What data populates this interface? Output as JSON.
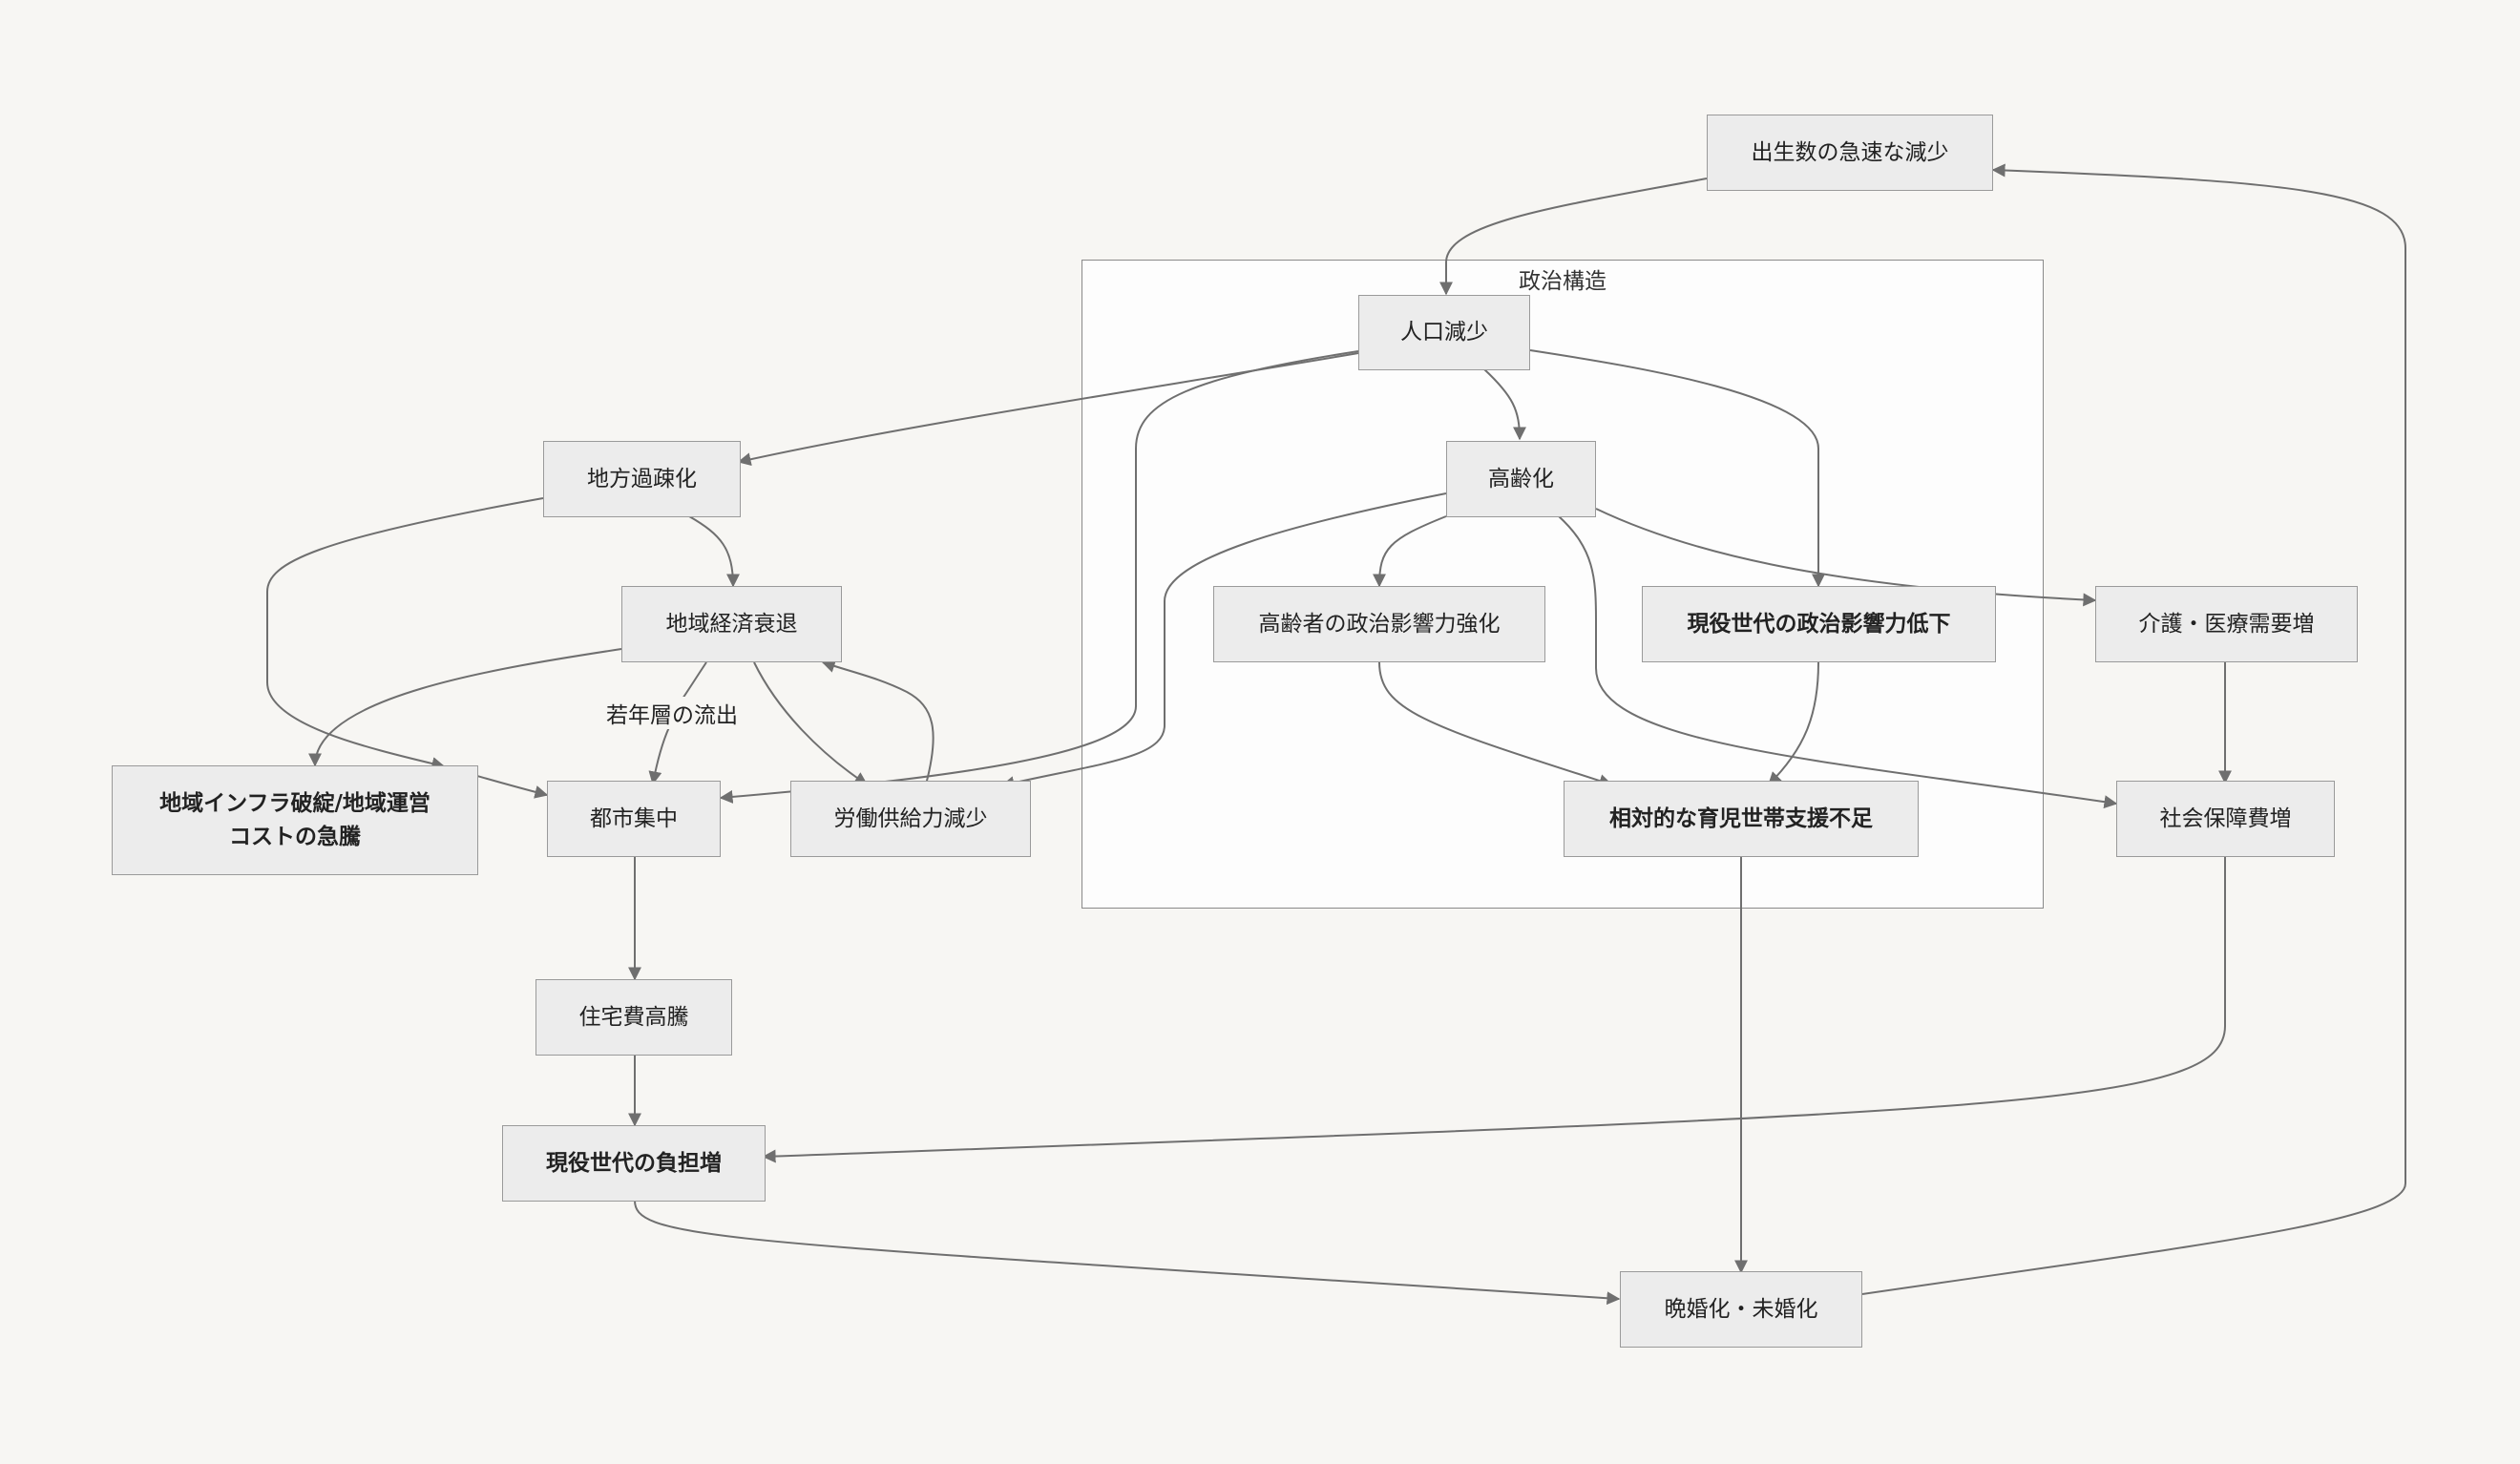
{
  "group": {
    "label": "政治構造"
  },
  "nodes": {
    "birth_decline": "出生数の急速な減少",
    "population_decline": "人口減少",
    "aging": "高齢化",
    "rural_depopulation": "地方過疎化",
    "regional_economy_decline": "地域経済衰退",
    "elderly_political_influence": "高齢者の政治影響力強化",
    "working_generation_influence": "現役世代の政治影響力低下",
    "care_medical_demand": "介護・医療需要増",
    "infrastructure_collapse": "地域インフラ破綻/地域運営\nコストの急騰",
    "urban_concentration": "都市集中",
    "labor_supply_decline": "労働供給力減少",
    "childcare_support_shortage": "相対的な育児世帯支援不足",
    "social_security_cost": "社会保障費増",
    "housing_cost": "住宅費高騰",
    "working_generation_burden": "現役世代の負担増",
    "late_marriage": "晩婚化・未婚化"
  },
  "edge_labels": {
    "youth_outflow": "若年層の流出"
  }
}
